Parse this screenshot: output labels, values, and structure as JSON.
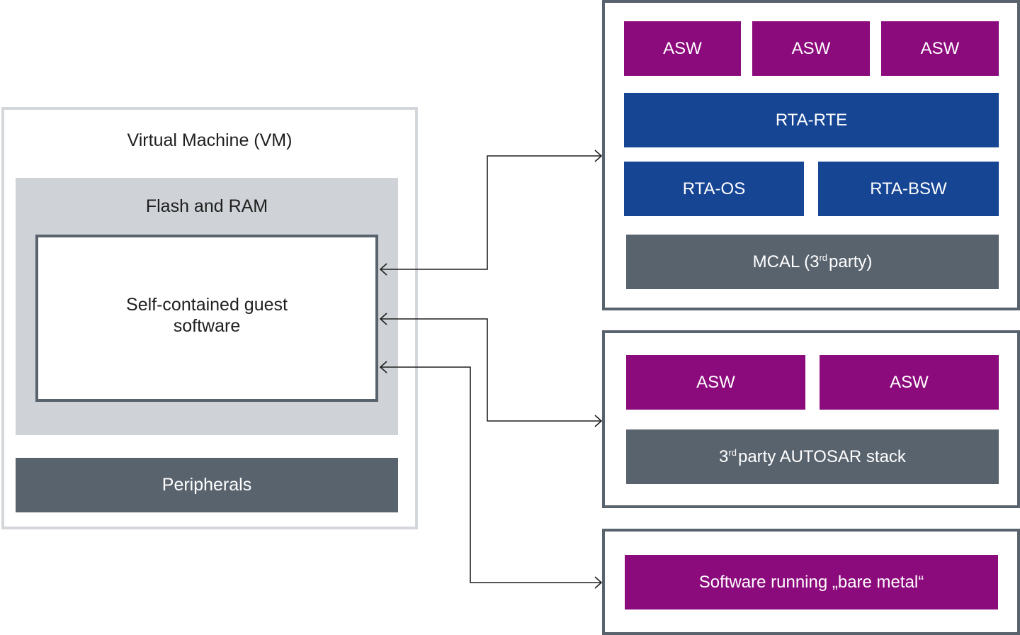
{
  "vm": {
    "title": "Virtual Machine (VM)",
    "flash_title": "Flash and RAM",
    "guest_line1": "Self-contained guest",
    "guest_line2": "software",
    "peripherals": "Peripherals"
  },
  "ecu1": {
    "asw1": "ASW",
    "asw2": "ASW",
    "asw3": "ASW",
    "rte": "RTA-RTE",
    "os": "RTA-OS",
    "bsw": "RTA-BSW",
    "mcal_pre": "MCAL (3",
    "mcal_sup": "rd",
    "mcal_post": "party)"
  },
  "ecu2": {
    "asw1": "ASW",
    "asw2": "ASW",
    "stack_pre": "3",
    "stack_sup": "rd",
    "stack_post": "party AUTOSAR stack"
  },
  "ecu3": {
    "bare_metal": "Software running „bare metal“"
  },
  "colors": {
    "purple": "#8b0a7c",
    "blue": "#164594",
    "grey": "#59636e",
    "light_grey": "#cfd2d6"
  }
}
